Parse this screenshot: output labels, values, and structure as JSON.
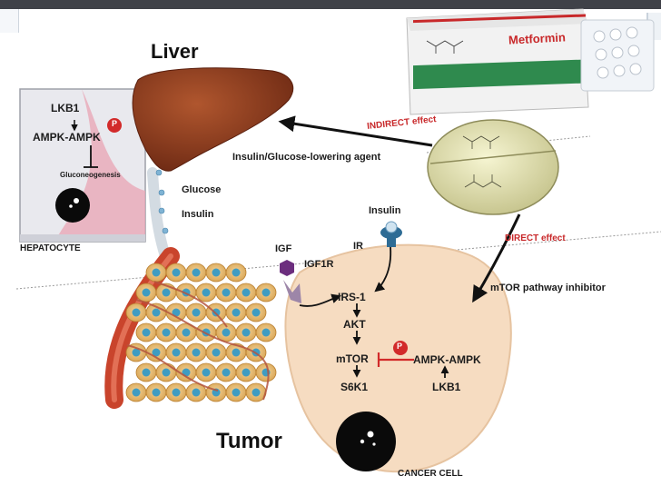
{
  "headers": {
    "liver": "Liver",
    "tumor": "Tumor"
  },
  "drug": {
    "box_name": "Metformin"
  },
  "hepatocyte": {
    "caption": "HEPATOCYTE",
    "lkb1": "LKB1",
    "ampk": "AMPK-AMPK",
    "gluconeogenesis": "Gluconeogenesis",
    "phospho": "P"
  },
  "flow": {
    "glucose": "Glucose",
    "insulin": "Insulin",
    "indirect_effect": "INDIRECT effect",
    "lowering_agent": "Insulin/Glucose-lowering agent",
    "direct_effect": "DIRECT effect",
    "mtor_inhibitor": "mTOR pathway inhibitor"
  },
  "cancer_cell": {
    "caption": "CANCER CELL",
    "insulin": "Insulin",
    "ir": "IR",
    "igf": "IGF",
    "igf1r": "IGF1R",
    "irs1": "IRS-1",
    "akt": "AKT",
    "mtor": "mTOR",
    "s6k1": "S6K1",
    "ampk": "AMPK-AMPK",
    "lkb1": "LKB1",
    "phospho": "P"
  },
  "colors": {
    "liver": "#8a3b1f",
    "cell_fill": "#f4dcc4",
    "inhibit_red": "#d22a2a",
    "tablet": "#e8e6b4",
    "box_green": "#2f8a4e"
  }
}
